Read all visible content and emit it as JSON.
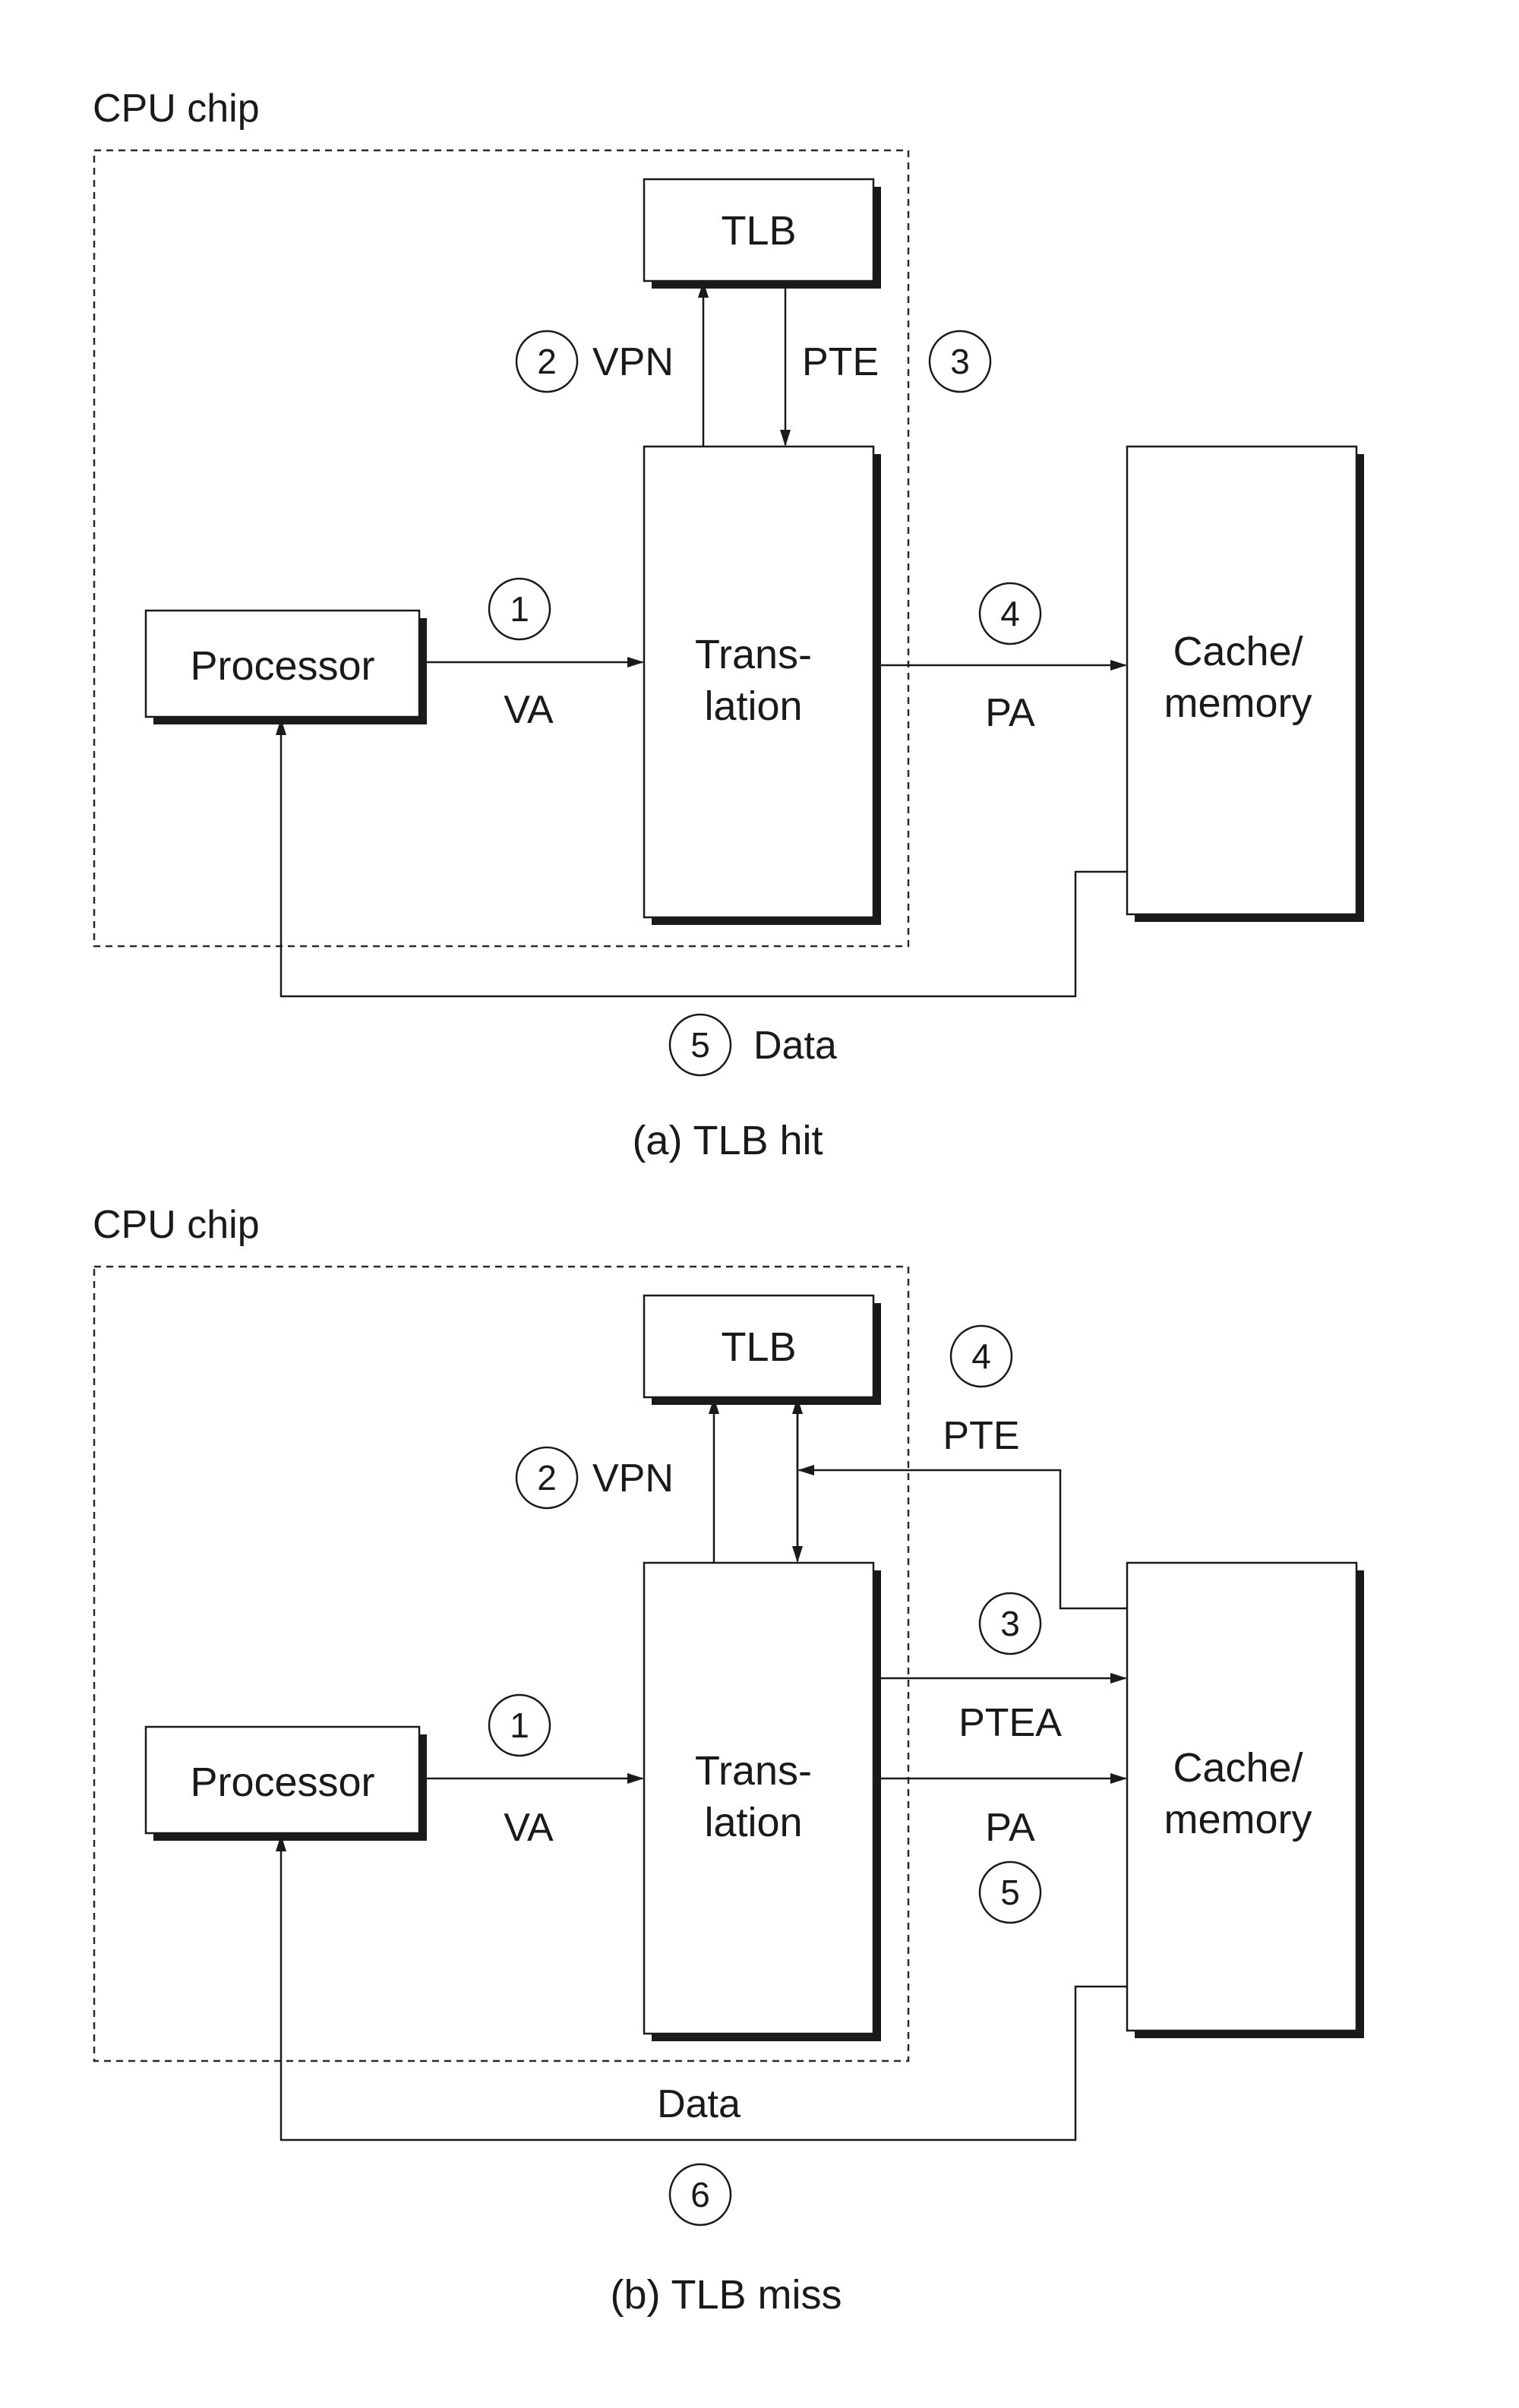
{
  "panels": [
    {
      "chip_label": "CPU chip",
      "caption": "(a) TLB hit",
      "components": {
        "tlb": "TLB",
        "processor": "Processor",
        "translation_line1": "Trans-",
        "translation_line2": "lation",
        "cache_line1": "Cache/",
        "cache_line2": "memory"
      },
      "signals": {
        "vpn": "VPN",
        "vpn_step": "2",
        "pte": "PTE",
        "pte_step": "3",
        "va": "VA",
        "va_step": "1",
        "pa": "PA",
        "pa_step": "4",
        "data": "Data",
        "data_step": "5"
      }
    },
    {
      "chip_label": "CPU chip",
      "caption": "(b) TLB miss",
      "components": {
        "tlb": "TLB",
        "processor": "Processor",
        "translation_line1": "Trans-",
        "translation_line2": "lation",
        "cache_line1": "Cache/",
        "cache_line2": "memory"
      },
      "signals": {
        "vpn": "VPN",
        "vpn_step": "2",
        "pte": "PTE",
        "pte_step": "4",
        "ptea": "PTEA",
        "ptea_step": "3",
        "va": "VA",
        "va_step": "1",
        "pa": "PA",
        "pa_step": "5",
        "data": "Data",
        "data_step": "6"
      }
    }
  ]
}
